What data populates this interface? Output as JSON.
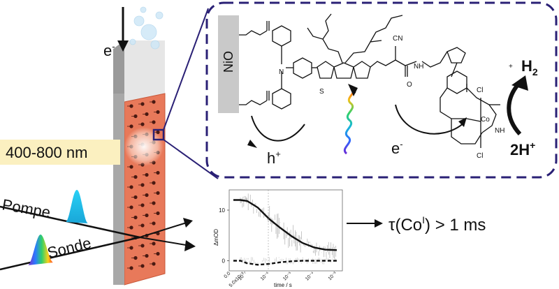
{
  "electrode": {
    "electron_label": "e",
    "electron_sup": "-",
    "wavelength_label": "400-800 nm"
  },
  "pulses": {
    "pump_label": "Pompe",
    "probe_label": "Sonde"
  },
  "molecule": {
    "nio_label": "NiO",
    "cn_label": "CN",
    "nh_label": "NH",
    "n_label": "N",
    "o_label": "O",
    "s_label": "S",
    "co_label": "Co",
    "cl_label": "Cl",
    "charge_label": "+",
    "hole_label": "h",
    "hole_sup": "+",
    "electron_label": "e",
    "electron_sup": "-"
  },
  "reaction": {
    "product": "H",
    "product_sub": "2",
    "reactant": "2H",
    "reactant_sup": "+"
  },
  "chart_data": {
    "type": "line",
    "ylabel": "ΔmOD",
    "xlabel": "time / s",
    "x_scale": "log",
    "y_ticks": [
      "0",
      "10"
    ],
    "x_ticks": [
      "0.0",
      "5.0x10⁻⁸",
      "10⁻⁷",
      "10⁻⁶",
      "10⁻⁵",
      "10⁻⁴",
      "10⁻³"
    ],
    "ylim": [
      -2,
      14
    ],
    "series": [
      {
        "style": "solid",
        "x": [
          5e-08,
          1e-07,
          3e-07,
          1e-06,
          3e-06,
          1e-05,
          3e-05,
          0.0001,
          0.0003,
          0.001
        ],
        "y": [
          12,
          11.8,
          10.5,
          8.2,
          6.5,
          4.8,
          3.5,
          2.6,
          2.2,
          2.1
        ]
      },
      {
        "style": "dashed",
        "x": [
          5e-08,
          1e-07,
          3e-07,
          1e-06,
          3e-06,
          1e-05,
          3e-05,
          0.0001,
          0.0003,
          0.001
        ],
        "y": [
          0,
          -0.5,
          -0.8,
          -0.6,
          -0.3,
          -0.1,
          0,
          0,
          0,
          0
        ]
      }
    ]
  },
  "result": {
    "tau": "τ(Co",
    "tau_sup": "I",
    "tau_rest": ") > 1 ms"
  }
}
